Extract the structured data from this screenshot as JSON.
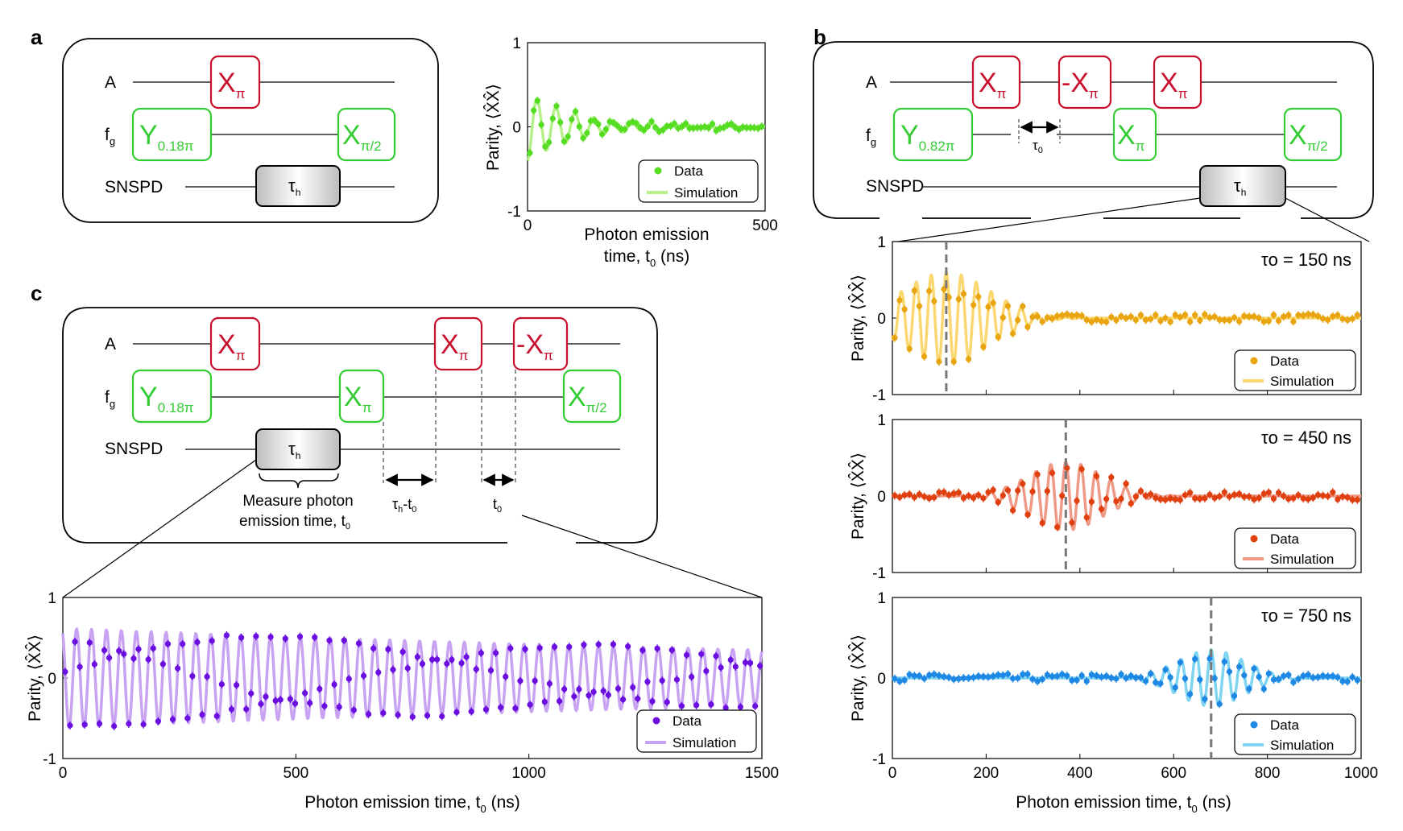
{
  "panels": {
    "a": "a",
    "b": "b",
    "c": "c"
  },
  "wires": {
    "A": "A",
    "fg": "f",
    "fg_sub": "g",
    "snspd": "SNSPD"
  },
  "gates": {
    "X": "X",
    "negX": "-X",
    "Y": "Y",
    "sub_pi": "π",
    "sub_pi2": "π/2",
    "sub_018": "0.18π",
    "sub_082": "0.82π",
    "tau": "τ",
    "tau_sub": "h"
  },
  "annotations": {
    "tau0": "τ",
    "tau0_sub": "0",
    "measure_line1": "Measure photon",
    "measure_line2": "emission time, t",
    "measure_sub": "0",
    "tauh_minus_t0": "τ",
    "tauh_sub": "h",
    "minus_t": "-t",
    "t0": "t",
    "t0_sub": "0"
  },
  "axes": {
    "ylabel": "Parity, ⟨X̂X̂⟩",
    "xlabel_main": "Photon emission time, t",
    "xlabel_sub": "0",
    "xlabel_unit": " (ns)",
    "a_xlabel_line1": "Photon emission",
    "a_xlabel_line2": "time, t",
    "a_xlabel_unit": " (ns)"
  },
  "legend": {
    "data": "Data",
    "sim": "Simulation"
  },
  "colors": {
    "green_data": "#55dd22",
    "green_sim": "#b5f08a",
    "orange_data": "#e8a510",
    "orange_sim": "#fbd771",
    "red_data": "#e04010",
    "red_sim": "#ef9a86",
    "blue_data": "#1e88e5",
    "blue_sim": "#7fd4f0",
    "purple_data": "#6a0fe0",
    "purple_sim": "#c7a3f2",
    "gate_red": "#c8102e",
    "gate_green": "#33cc33"
  },
  "chart_data": [
    {
      "id": "a",
      "type": "scatter",
      "title": "",
      "xlabel": "Photon emission time, t0 (ns)",
      "ylabel": "Parity, ⟨X̂X̂⟩",
      "xlim": [
        0,
        500
      ],
      "ylim": [
        -1,
        1
      ],
      "xticks": [
        0,
        500
      ],
      "yticks": [
        -1,
        0,
        1
      ],
      "series": [
        {
          "name": "Data"
        },
        {
          "name": "Simulation"
        }
      ],
      "model": {
        "amp": 0.4,
        "decay_ns": 110,
        "period_ns": 40,
        "noise": 0.03
      }
    },
    {
      "id": "b1",
      "type": "scatter",
      "annotation": "τo = 150 ns",
      "ylabel": "Parity, ⟨X̂X̂⟩",
      "xlim": [
        0,
        1000
      ],
      "ylim": [
        -1,
        1
      ],
      "yticks": [
        -1,
        0,
        1
      ],
      "marker_x": 115,
      "series": [
        {
          "name": "Data"
        },
        {
          "name": "Simulation"
        }
      ],
      "model": {
        "amp": 0.6,
        "center_ns": 115,
        "width_ns": 130,
        "period_ns": 32
      }
    },
    {
      "id": "b2",
      "type": "scatter",
      "annotation": "τo = 450 ns",
      "ylabel": "Parity, ⟨X̂X̂⟩",
      "xlim": [
        0,
        1000
      ],
      "ylim": [
        -1,
        1
      ],
      "yticks": [
        -1,
        0,
        1
      ],
      "marker_x": 370,
      "series": [
        {
          "name": "Data"
        },
        {
          "name": "Simulation"
        }
      ],
      "model": {
        "amp": 0.45,
        "center_ns": 370,
        "width_ns": 110,
        "period_ns": 32
      }
    },
    {
      "id": "b3",
      "type": "scatter",
      "annotation": "τo = 750 ns",
      "ylabel": "Parity, ⟨X̂X̂⟩",
      "xlabel": "Photon emission time, t0 (ns)",
      "xlim": [
        0,
        1000
      ],
      "ylim": [
        -1,
        1
      ],
      "xticks": [
        0,
        200,
        400,
        600,
        800,
        1000
      ],
      "yticks": [
        -1,
        0,
        1
      ],
      "marker_x": 680,
      "series": [
        {
          "name": "Data"
        },
        {
          "name": "Simulation"
        }
      ],
      "model": {
        "amp": 0.35,
        "center_ns": 680,
        "width_ns": 100,
        "period_ns": 32
      }
    },
    {
      "id": "c",
      "type": "scatter",
      "ylabel": "Parity, ⟨X̂X̂⟩",
      "xlabel": "Photon emission time, t0 (ns)",
      "xlim": [
        0,
        1500
      ],
      "ylim": [
        -1,
        1
      ],
      "xticks": [
        0,
        500,
        1000,
        1500
      ],
      "yticks": [
        -1,
        0,
        1
      ],
      "series": [
        {
          "name": "Data"
        },
        {
          "name": "Simulation"
        }
      ],
      "model": {
        "amp": 0.62,
        "decay_ns": 2600,
        "period_ns": 32
      }
    }
  ]
}
